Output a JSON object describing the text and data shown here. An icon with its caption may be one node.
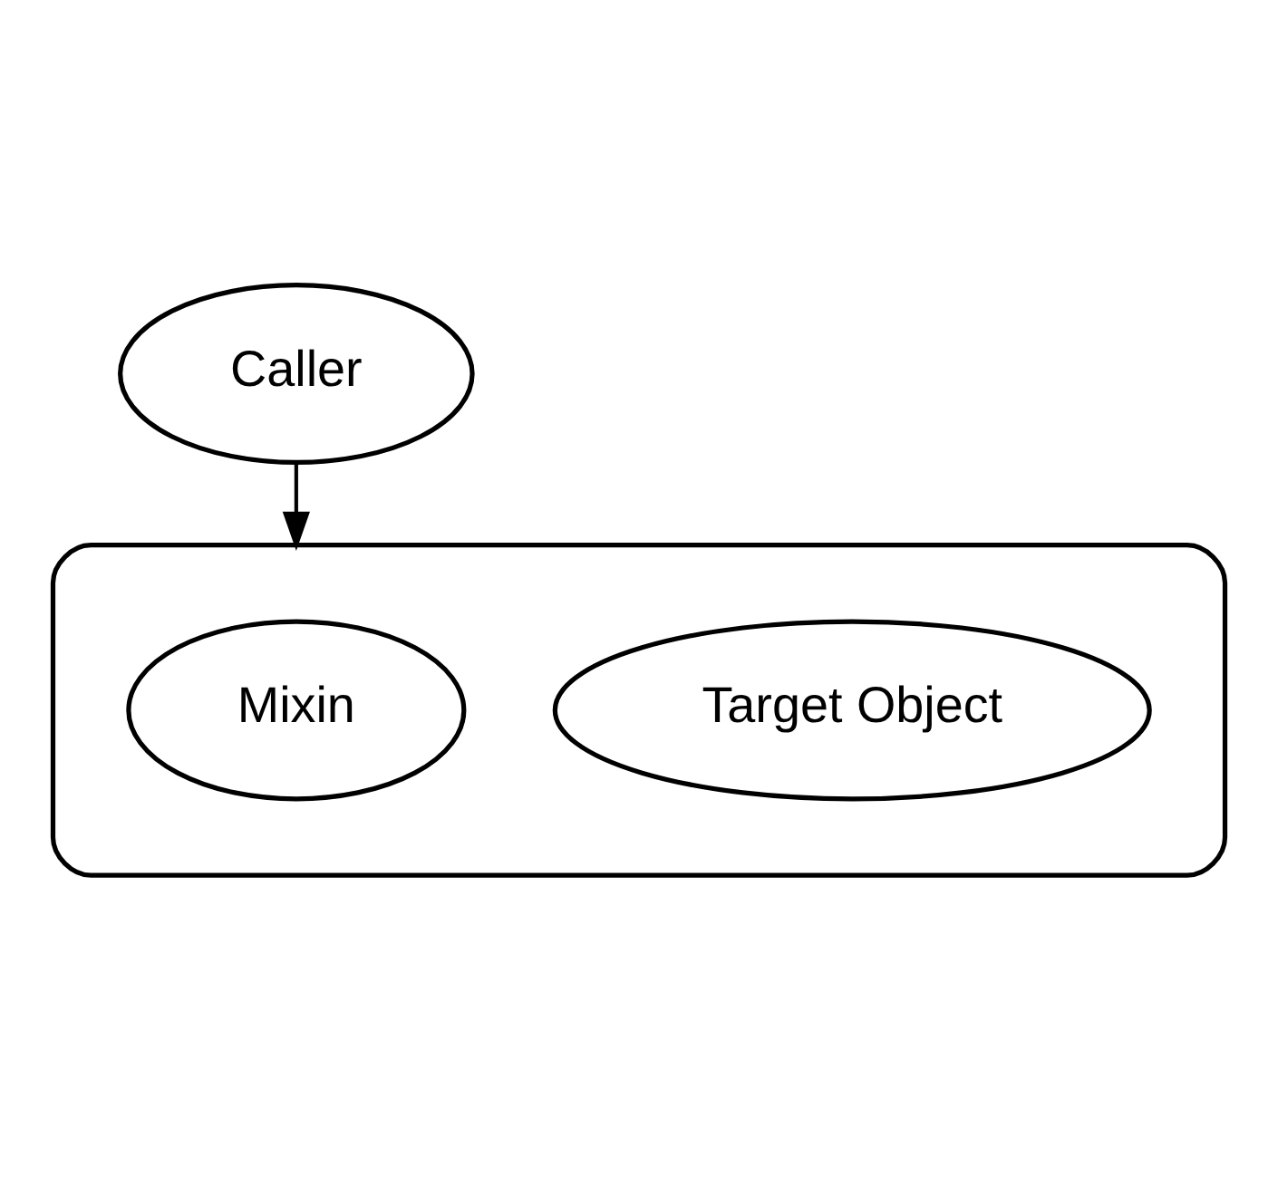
{
  "diagram": {
    "nodes": [
      {
        "text": [
          "Caller"
        ]
      },
      {
        "text": [],
        "shape": "cloud"
      },
      {
        "text": [
          "Target Object"
        ],
        "in": 1
      },
      {
        "text": [
          "Mixin"
        ],
        "in": 1
      }
    ],
    "edges": [
      {
        "from": 0,
        "to": 1,
        "arrow": "to"
      }
    ]
  }
}
